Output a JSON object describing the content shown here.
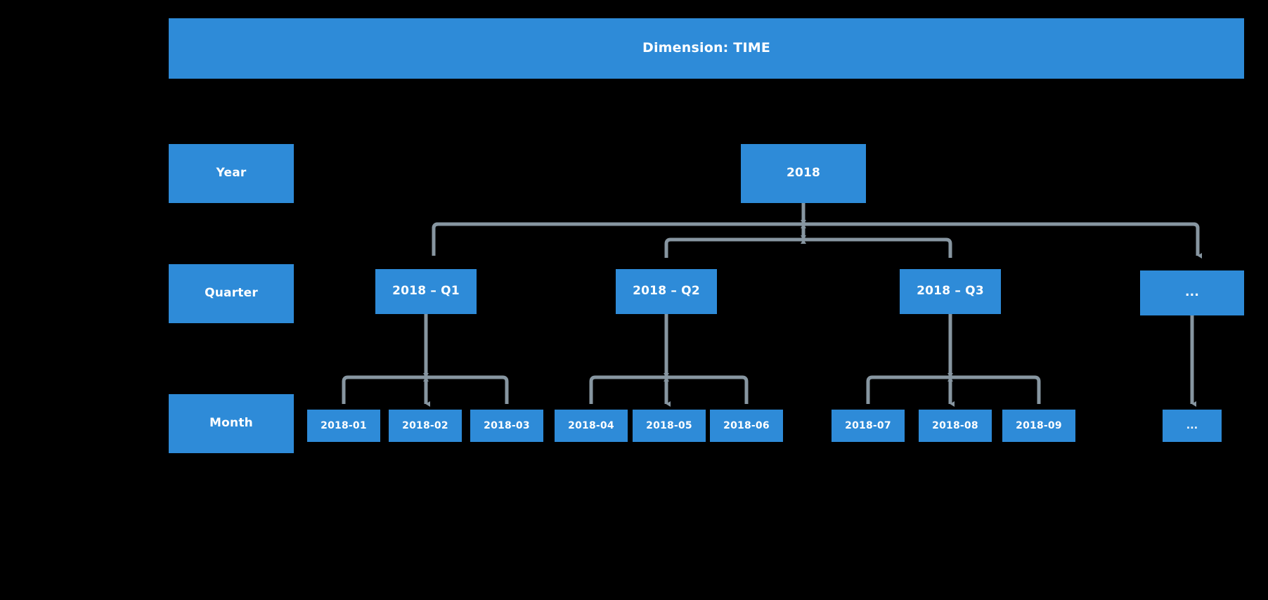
{
  "diagram": {
    "title": "Dimension: TIME",
    "background_color": "#000000",
    "node_color": "#2e8bd8",
    "node_text_color": "#ffffff",
    "connector_color": "#8796a1",
    "levels": [
      {
        "id": "year",
        "label": "Year"
      },
      {
        "id": "quarter",
        "label": "Quarter"
      },
      {
        "id": "month",
        "label": "Month"
      }
    ],
    "year_nodes": [
      {
        "id": "y2018",
        "label": "2018"
      }
    ],
    "quarter_nodes": [
      {
        "id": "q1",
        "label": "2018 – Q1"
      },
      {
        "id": "q2",
        "label": "2018 – Q2"
      },
      {
        "id": "q3",
        "label": "2018 – Q3"
      },
      {
        "id": "qmore",
        "label": "..."
      }
    ],
    "month_nodes": [
      {
        "id": "m01",
        "label": "2018-01"
      },
      {
        "id": "m02",
        "label": "2018-02"
      },
      {
        "id": "m03",
        "label": "2018-03"
      },
      {
        "id": "m04",
        "label": "2018-04"
      },
      {
        "id": "m05",
        "label": "2018-05"
      },
      {
        "id": "m06",
        "label": "2018-06"
      },
      {
        "id": "m07",
        "label": "2018-07"
      },
      {
        "id": "m08",
        "label": "2018-08"
      },
      {
        "id": "m09",
        "label": "2018-09"
      },
      {
        "id": "mmore",
        "label": "..."
      }
    ]
  }
}
